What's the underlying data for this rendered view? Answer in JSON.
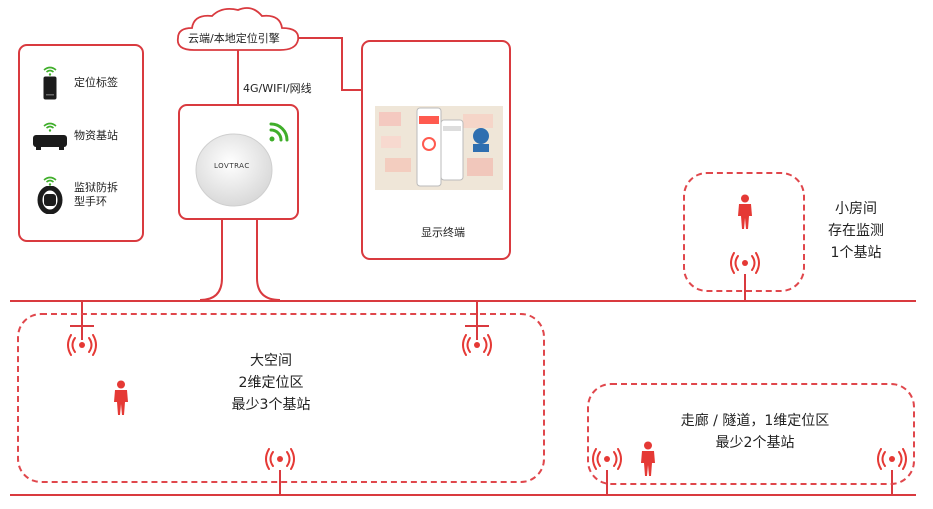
{
  "cloud": {
    "label": "云端/本地定位引擎"
  },
  "network": {
    "label": "4G/WIFI/网线"
  },
  "device": {
    "brand": "LOVTRAC"
  },
  "display": {
    "label": "显示终端"
  },
  "legend": {
    "items": [
      {
        "label": "定位标签",
        "icon": "location-tag-icon"
      },
      {
        "label": "物资基站",
        "icon": "asset-base-station-icon"
      },
      {
        "label": "监狱防拆\n型手环",
        "icon": "wristband-icon"
      }
    ]
  },
  "zones": {
    "large_space": {
      "line1": "大空间",
      "line2": "2维定位区",
      "line3": "最少3个基站"
    },
    "corridor": {
      "line1": "走廊 / 隧道，1维定位区",
      "line2": "最少2个基站"
    },
    "small_room": {
      "line1": "小房间",
      "line2": "存在监测",
      "line3": "1个基站"
    }
  },
  "colors": {
    "accent": "#d93a3f",
    "wifi": "#3fae2a"
  }
}
